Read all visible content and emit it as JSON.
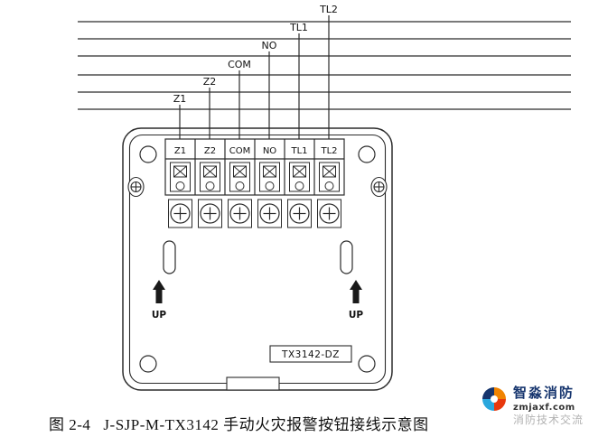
{
  "bus": {
    "labels": [
      "TL2",
      "TL1",
      "NO",
      "COM",
      "Z2",
      "Z1"
    ]
  },
  "terminal_block": {
    "labels": [
      "Z1",
      "Z2",
      "COM",
      "NO",
      "TL1",
      "TL2"
    ]
  },
  "device": {
    "model": "TX3142-DZ",
    "up": "UP"
  },
  "caption": {
    "figure": "图 2-4",
    "text": "J-SJP-M-TX3142 手动火灾报警按钮接线示意图"
  },
  "brand": {
    "name": "智淼消防",
    "domain": "zmjaxf.com",
    "tagline": "消防技术交流"
  },
  "colors": {
    "line": "#2b2b2b",
    "brand_navy": "#16356e",
    "brand_orange": "#f08300",
    "brand_red": "#e8380d",
    "brand_light_blue": "#2aa7dd",
    "tagline_gray": "#b3b3b3"
  }
}
